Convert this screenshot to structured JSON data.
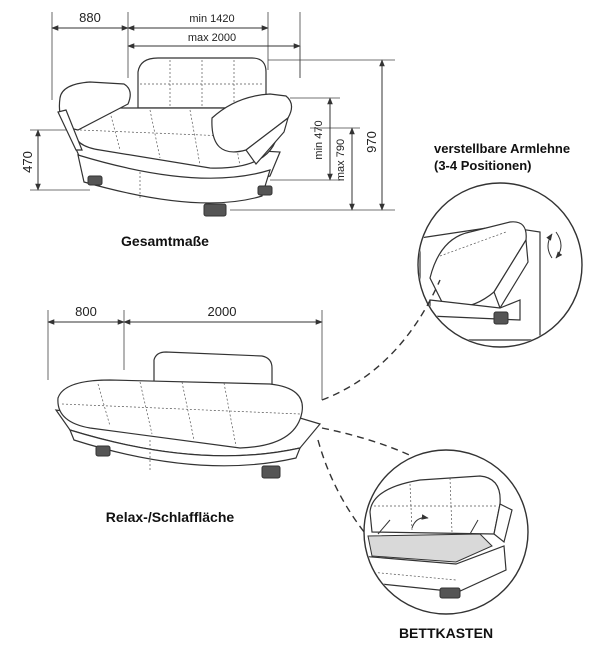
{
  "top_view": {
    "dim_arm": "880",
    "dim_min_width": "min 1420",
    "dim_max_width": "max 2000",
    "dim_seat_height": "470",
    "dim_min_depth": "min 470",
    "dim_max_depth": "max 790",
    "dim_total_height": "970",
    "caption": "Gesamtmaße"
  },
  "armrest_detail": {
    "caption_line1": "verstellbare Armlehne",
    "caption_line2": "(3-4 Positionen)"
  },
  "bed_view": {
    "dim_depth": "800",
    "dim_length": "2000",
    "caption": "Relax-/Schlaffläche"
  },
  "storage_detail": {
    "caption": "BETTKASTEN"
  }
}
